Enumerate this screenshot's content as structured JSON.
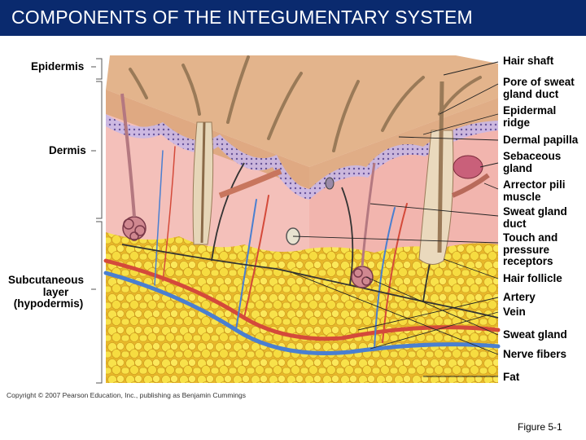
{
  "header": {
    "title": "COMPONENTS OF THE INTEGUMENTARY SYSTEM"
  },
  "colors": {
    "header_bg": "#0a2a6e",
    "dermis": "#f2b7b2",
    "epidermis": "#d9a57f",
    "fat": "#f5dc3a",
    "artery": "#d44a3a",
    "vein": "#4a7fd0"
  },
  "left_labels": {
    "epidermis": "Epidermis",
    "dermis": "Dermis",
    "subcutaneous": [
      "Subcutaneous",
      "layer",
      "(hypodermis)"
    ]
  },
  "right_labels": {
    "hair_shaft": [
      "Hair shaft"
    ],
    "pore": [
      "Pore of sweat",
      "gland duct"
    ],
    "epidermal_ridge": [
      "Epidermal",
      "ridge"
    ],
    "dermal_papilla": [
      "Dermal papilla"
    ],
    "sebaceous": [
      "Sebaceous",
      "gland"
    ],
    "arrector": [
      "Arrector pili",
      "muscle"
    ],
    "sweat_duct": [
      "Sweat gland",
      "duct"
    ],
    "touch": [
      "Touch and",
      "pressure",
      "receptors"
    ],
    "hair_follicle": [
      "Hair follicle"
    ],
    "artery": [
      "Artery"
    ],
    "vein": [
      "Vein"
    ],
    "sweat_gland": [
      "Sweat gland"
    ],
    "nerve_fibers": [
      "Nerve fibers"
    ],
    "fat": [
      "Fat"
    ]
  },
  "copyright": "Copyright © 2007 Pearson Education, Inc., publishing as Benjamin Cummings",
  "figure_ref": "Figure 5-1"
}
